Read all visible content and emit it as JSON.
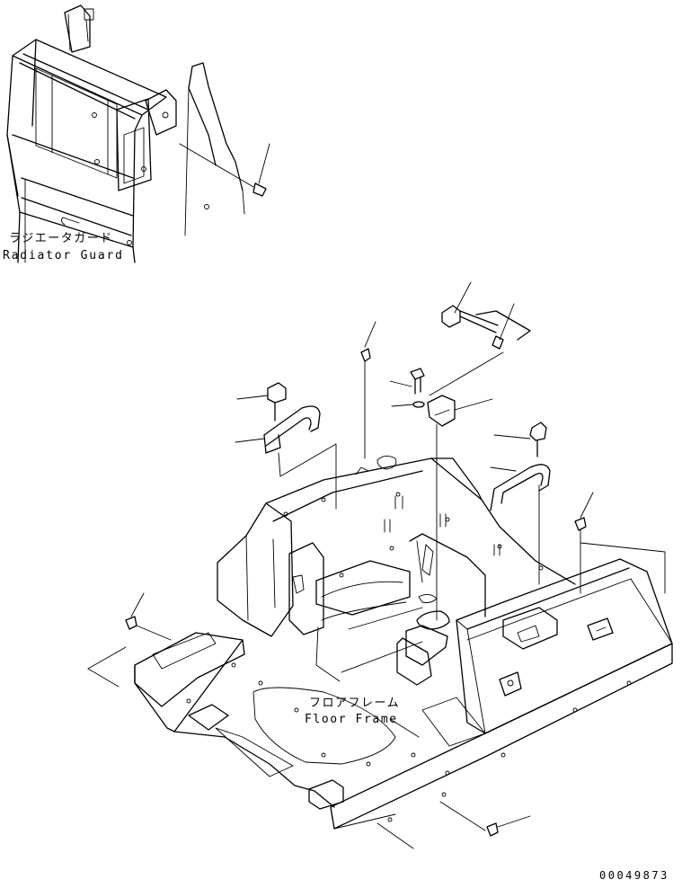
{
  "labels": {
    "radiator_guard_jp": "ラジエータガード",
    "radiator_guard_en": "Radiator Guard",
    "floor_frame_jp": "フロアフレーム",
    "floor_frame_en": "Floor Frame"
  },
  "drawing_number": "00049873"
}
